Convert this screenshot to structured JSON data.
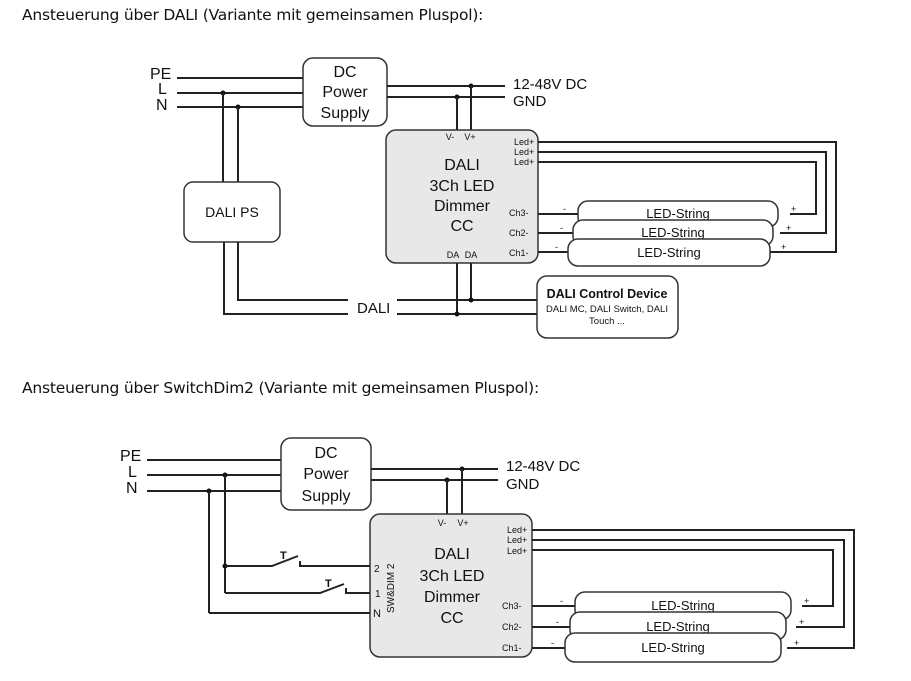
{
  "headings": {
    "dali": "Ansteuerung über DALI (Variante mit gemeinsamen Pluspol):",
    "switchdim": "Ansteuerung über SwitchDim2 (Variante mit gemeinsamen Pluspol):"
  },
  "mains": {
    "pe": "PE",
    "l": "L",
    "n": "N"
  },
  "power_supply": {
    "line1": "DC",
    "line2": "Power",
    "line3": "Supply"
  },
  "supply_labels": {
    "vdc": "12-48V DC",
    "gnd": "GND"
  },
  "dimmer": {
    "line1": "DALI",
    "line2": "3Ch LED",
    "line3": "Dimmer",
    "line4": "CC",
    "v_minus": "V-",
    "v_plus": "V+",
    "led_plus": "Led+",
    "ch3": "Ch3-",
    "ch2": "Ch2-",
    "ch1": "Ch1-",
    "da": "DA"
  },
  "led_string": {
    "label": "LED-String",
    "minus": "-",
    "plus": "+"
  },
  "dali_ps": {
    "label": "DALI PS"
  },
  "dali_bus": {
    "label": "DALI"
  },
  "dali_control": {
    "title": "DALI Control Device",
    "line1": "DALI MC, DALI Switch, DALI",
    "line2": "Touch ..."
  },
  "switchdim": {
    "vertical_label": "SW&DIM 2",
    "terminal_2": "2",
    "terminal_1": "1",
    "terminal_n": "N",
    "switch_label": "T"
  }
}
